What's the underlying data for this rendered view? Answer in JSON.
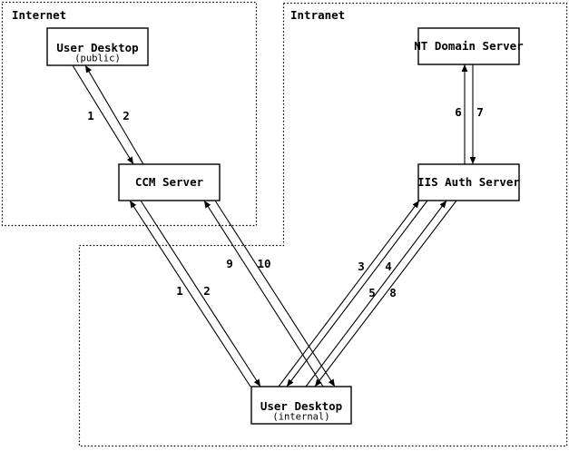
{
  "diagram": {
    "colors": {
      "background": "#ffffff",
      "line": "#000000",
      "text": "#000000"
    },
    "regions": {
      "internet": "Internet",
      "intranet": "Intranet"
    },
    "nodes": {
      "user_desktop_public": {
        "title": "User Desktop",
        "subtitle": "(public)"
      },
      "ccm_server": {
        "title": "CCM Server"
      },
      "nt_domain_server": {
        "title": "NT Domain Server"
      },
      "iis_auth_server": {
        "title": "IIS Auth Server"
      },
      "user_desktop_internal": {
        "title": "User Desktop",
        "subtitle": "(internal)"
      }
    },
    "steps": {
      "s1_public": "1",
      "s2_public": "2",
      "s1_internal": "1",
      "s2_internal": "2",
      "s3": "3",
      "s4": "4",
      "s5": "5",
      "s6": "6",
      "s7": "7",
      "s8": "8",
      "s9": "9",
      "s10": "10"
    }
  }
}
